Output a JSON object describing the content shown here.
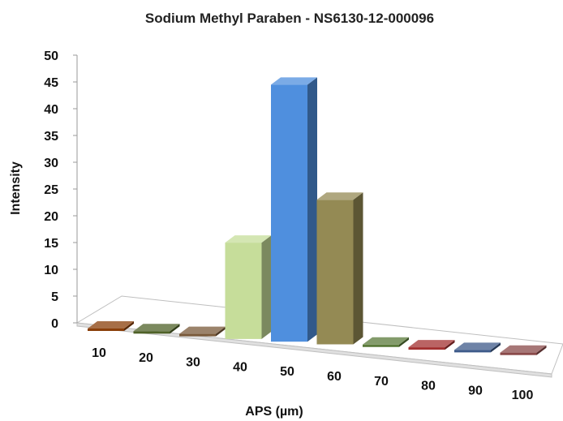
{
  "chart_data": {
    "type": "bar",
    "title": "Sodium Methyl Paraben - NS6130-12-000096",
    "xlabel": "APS (µm)",
    "ylabel": "Intensity",
    "ylim": [
      0,
      50
    ],
    "yticks": [
      "0",
      "5",
      "10",
      "15",
      "20",
      "25",
      "30",
      "35",
      "40",
      "45",
      "50"
    ],
    "categories": [
      "10",
      "20",
      "30",
      "40",
      "50",
      "60",
      "70",
      "80",
      "90",
      "100"
    ],
    "values": [
      0,
      0,
      0,
      18,
      48,
      27,
      0,
      0,
      0,
      0
    ],
    "colors": [
      "#8a3f0a",
      "#4f6228",
      "#7a5a3a",
      "#c6dd9a",
      "#4f8fde",
      "#948a54",
      "#5a7a3a",
      "#a33030",
      "#3d5a8a",
      "#8a4a4a"
    ],
    "grid": false,
    "legend": "none",
    "style": "3d-column"
  }
}
